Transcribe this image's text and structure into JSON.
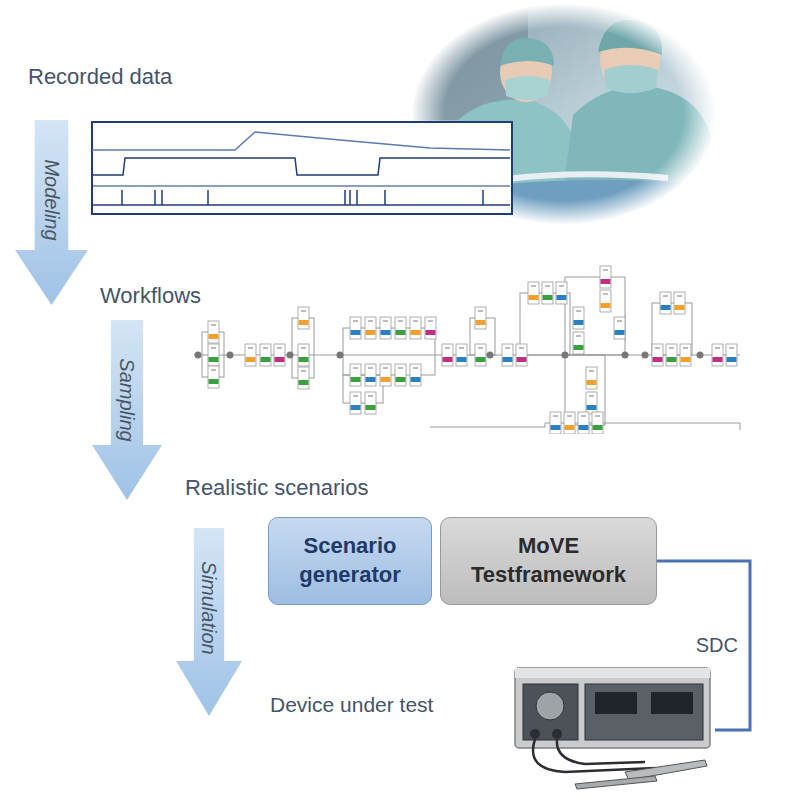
{
  "diagram": {
    "nodes": [
      {
        "text": [
          "Modeling"
        ]
      },
      {
        "text": [
          "Sampling"
        ]
      },
      {
        "text": [
          "Simulation"
        ]
      },
      {
        "text": [
          "Scenario generator"
        ]
      },
      {
        "text": [
          "MoVE Testframework"
        ]
      },
      {
        "text": [
          "Device under test"
        ]
      }
    ],
    "edges": [
      {
        "from": 4,
        "to": 5,
        "label": "SDC",
        "arrow": "none"
      }
    ],
    "labels": [
      "Recorded data",
      "Workflows",
      "Realistic scenarios"
    ]
  }
}
